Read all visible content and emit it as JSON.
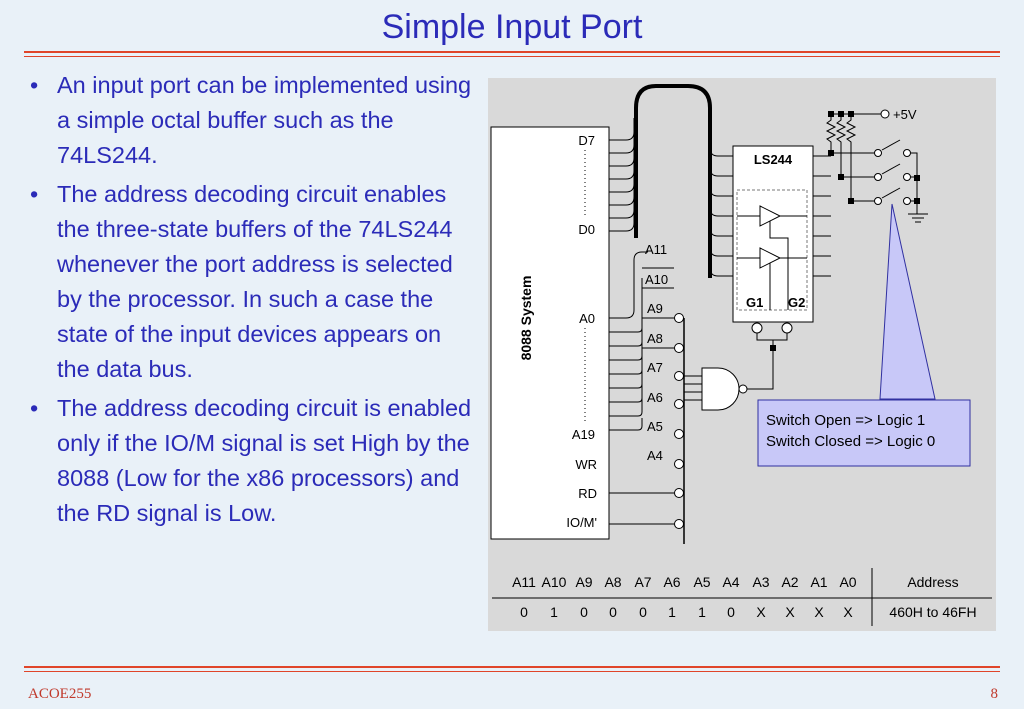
{
  "title": "Simple Input Port",
  "bullets": [
    "An input port can be implemented using a simple octal buffer such as the 74LS244.",
    "The address decoding circuit enables the three-state buffers of the 74LS244 whenever the port address is selected by the processor. In such a case the state of the input devices appears on the data bus.",
    "The address decoding circuit is enabled only if the IO/M signal is set High by the 8088  (Low for the x86 processors) and the RD signal is Low."
  ],
  "diagram": {
    "system_label": "8088 System",
    "pins": {
      "d7": "D7",
      "d0": "D0",
      "a0": "A0",
      "a19": "A19",
      "wr": "WR",
      "rd": "RD",
      "iom": "IO/M'"
    },
    "address_lines": [
      "A11",
      "A10",
      "A9",
      "A8",
      "A7",
      "A6",
      "A5",
      "A4"
    ],
    "chip_label": "LS244",
    "gate_labels": [
      "G1",
      "G2"
    ],
    "vcc_label": "+5V",
    "callout": [
      "Switch Open => Logic 1",
      "Switch Closed => Logic 0"
    ],
    "table": {
      "headers": [
        "A11",
        "A10",
        "A9",
        "A8",
        "A7",
        "A6",
        "A5",
        "A4",
        "A3",
        "A2",
        "A1",
        "A0",
        "Address"
      ],
      "values": [
        "0",
        "1",
        "0",
        "0",
        "0",
        "1",
        "1",
        "0",
        "X",
        "X",
        "X",
        "X",
        "460H to 46FH"
      ]
    }
  },
  "footer": {
    "course": "ACOE255",
    "page": "8"
  },
  "colors": {
    "title": "#2b2bb8",
    "rule": "#e0452a",
    "footer": "#c0392b",
    "panel": "#d9d9d9",
    "callout": "#c8c8f8"
  }
}
